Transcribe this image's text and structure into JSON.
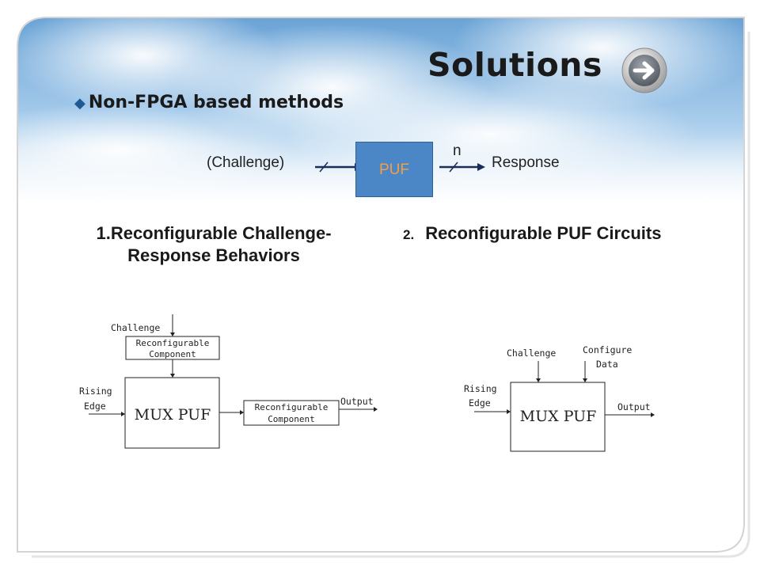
{
  "slide": {
    "title": "Solutions",
    "heading": "Non-FPGA based methods"
  },
  "puf_diagram": {
    "challenge_label": "(Challenge)",
    "puf_label": "PUF",
    "n_label": "n",
    "response_label": "Response"
  },
  "left": {
    "caption_line1": "1.Reconfigurable Challenge-",
    "caption_line2": "Response Behaviors",
    "challenge": "Challenge",
    "reconf_top_line1": "Reconfigurable",
    "reconf_top_line2": "Component",
    "rising": "Rising",
    "edge": "Edge",
    "mux": "MUX PUF",
    "reconf_right_line1": "Reconfigurable",
    "reconf_right_line2": "Component",
    "output": "Output"
  },
  "right": {
    "caption_num": "2.",
    "caption_text": "Reconfigurable PUF Circuits",
    "challenge": "Challenge",
    "configure": "Configure",
    "data": "Data",
    "rising": "Rising",
    "edge": "Edge",
    "mux": "MUX PUF",
    "output": "Output"
  },
  "colors": {
    "sky": "#7fb3de",
    "puf_fill": "#4b86c6",
    "puf_text": "#f5a040",
    "bullet": "#1f5a96"
  }
}
